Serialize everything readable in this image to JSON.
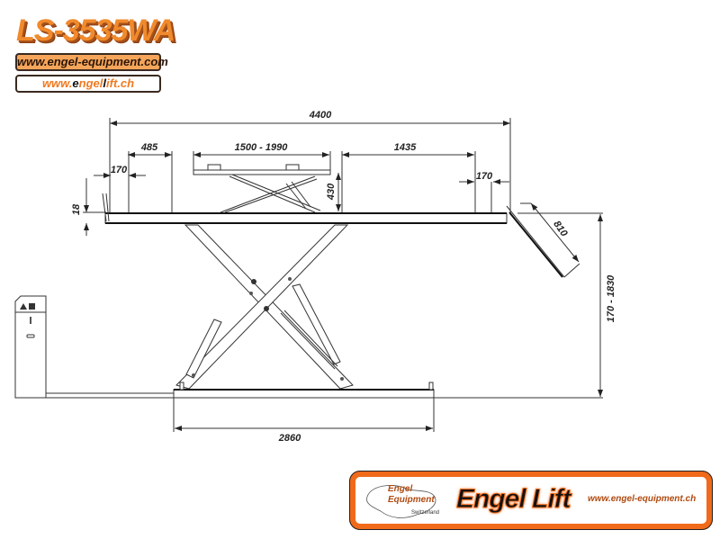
{
  "header": {
    "model": "LS-3535WA",
    "url_primary": "www.engel-equipment.com",
    "url_secondary_parts": [
      "www.",
      "e",
      "ngel",
      "l",
      "ift.ch"
    ]
  },
  "dimensions": {
    "overall_length": "4400",
    "left_ramp_offset": "485",
    "left_gap": "170",
    "platform_thickness": "18",
    "jack_range": "1500 - 1990",
    "jack_height": "430",
    "right_span": "1435",
    "right_gap": "170",
    "ramp_length": "810",
    "lift_height": "170 - 1830",
    "base_length": "2860"
  },
  "footer_logo": {
    "wing_text_line1": "Engel",
    "wing_text_line2": "Equipment",
    "wing_tagline": "Switzerland",
    "brand": "Engel Lift",
    "url": "www.engel-equipment.ch"
  },
  "colors": {
    "brand_orange": "#f06a1a",
    "line": "#333333"
  }
}
